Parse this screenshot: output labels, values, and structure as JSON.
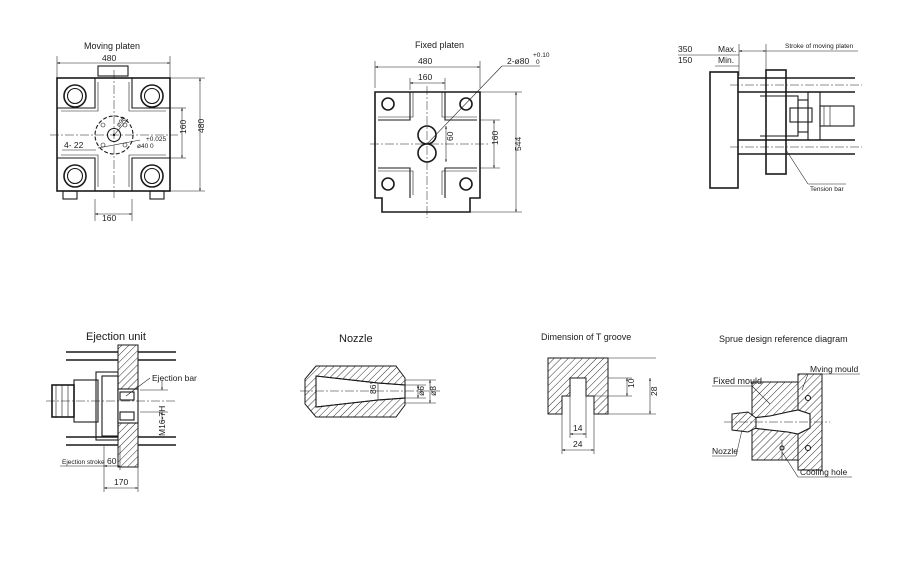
{
  "titles": {
    "moving_platen": "Moving platen",
    "fixed_platen": "Fixed platen",
    "ejection_unit": "Ejection unit",
    "nozzle": "Nozzle",
    "t_groove": "Dimension of T groove",
    "sprue": "Sprue design reference diagram"
  },
  "moving_platen": {
    "dim_width": "480",
    "dim_height": "480",
    "dim_inner": "160",
    "dim_bottom": "160",
    "dim_holes": "4- 22",
    "dim_bore": "ø40",
    "dim_bore_tol": "+0.025",
    "dim_bore_tol_low": "0",
    "dim_pcd": "ø90"
  },
  "fixed_platen": {
    "dim_width": "480",
    "dim_inner": "160",
    "dim_height": "544",
    "dim_right": "160",
    "dim_slot": "60",
    "dim_bores": "2-ø80",
    "dim_bores_tol": "+0.10",
    "dim_bores_tol_low": "0"
  },
  "stroke": {
    "max_value": "350",
    "max_label": "Max.",
    "min_value": "150",
    "min_label": "Min.",
    "stroke_label": "Stroke of moving platen",
    "tension_label": "Tension bar"
  },
  "ejection": {
    "bar_label": "Ejection bar",
    "thread_label": "M16-7H",
    "stroke_label": "Ejection stroke",
    "stroke_value": "60",
    "dim_170": "170"
  },
  "nozzle": {
    "dim_angle": "86°",
    "dim_d6": "ø6",
    "dim_d8": "ø8"
  },
  "t_groove": {
    "dim_10": "10",
    "dim_28": "28",
    "dim_14": "14",
    "dim_24": "24"
  },
  "sprue": {
    "fixed_mould": "Fixed mould",
    "moving_mould": "Mving mould",
    "nozzle_label": "Nozzle",
    "cooling_label": "Cooling hole"
  }
}
